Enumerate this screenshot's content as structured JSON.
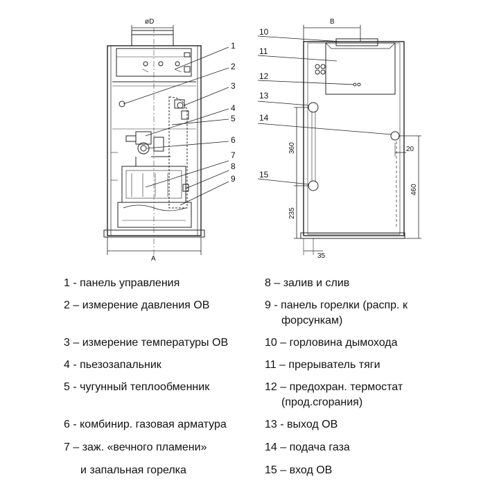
{
  "dimensions": {
    "diam": "øD",
    "a": "A",
    "b": "B",
    "d360": "360",
    "d235": "235",
    "d460": "460",
    "d20": "20",
    "d35": "35"
  },
  "callouts_front": [
    "1",
    "2",
    "3",
    "4",
    "5",
    "6",
    "7",
    "8",
    "9"
  ],
  "callouts_side": [
    "10",
    "11",
    "12",
    "13",
    "14",
    "15"
  ],
  "legend_left": [
    {
      "text": "1 - панель управления"
    },
    {
      "text": "2 – измерение давления ОВ"
    },
    {
      "text": "3 – измерение температуры ОВ"
    },
    {
      "text": "4 - пьезозапальник"
    },
    {
      "text": "5 - чугунный теплообменник"
    },
    {
      "text": "6 - комбинир. газовая арматура"
    },
    {
      "text": "7 – заж. «вечного пламени»"
    },
    {
      "text": "и запальная горелка"
    }
  ],
  "legend_right": [
    {
      "text": "8 – залив и слив"
    },
    {
      "text": "9 - панель горелки (распр. к"
    },
    {
      "text": "форсункам)"
    },
    {
      "text": "10 – горловина дымохода"
    },
    {
      "text": "11 – прерыватель тяги"
    },
    {
      "text": "12 – предохран. термостат"
    },
    {
      "text": "(прод.сгорания)"
    },
    {
      "text": "13 - выход ОВ"
    },
    {
      "text": "14 – подача газа"
    },
    {
      "text": "15 – вход ОВ"
    }
  ]
}
